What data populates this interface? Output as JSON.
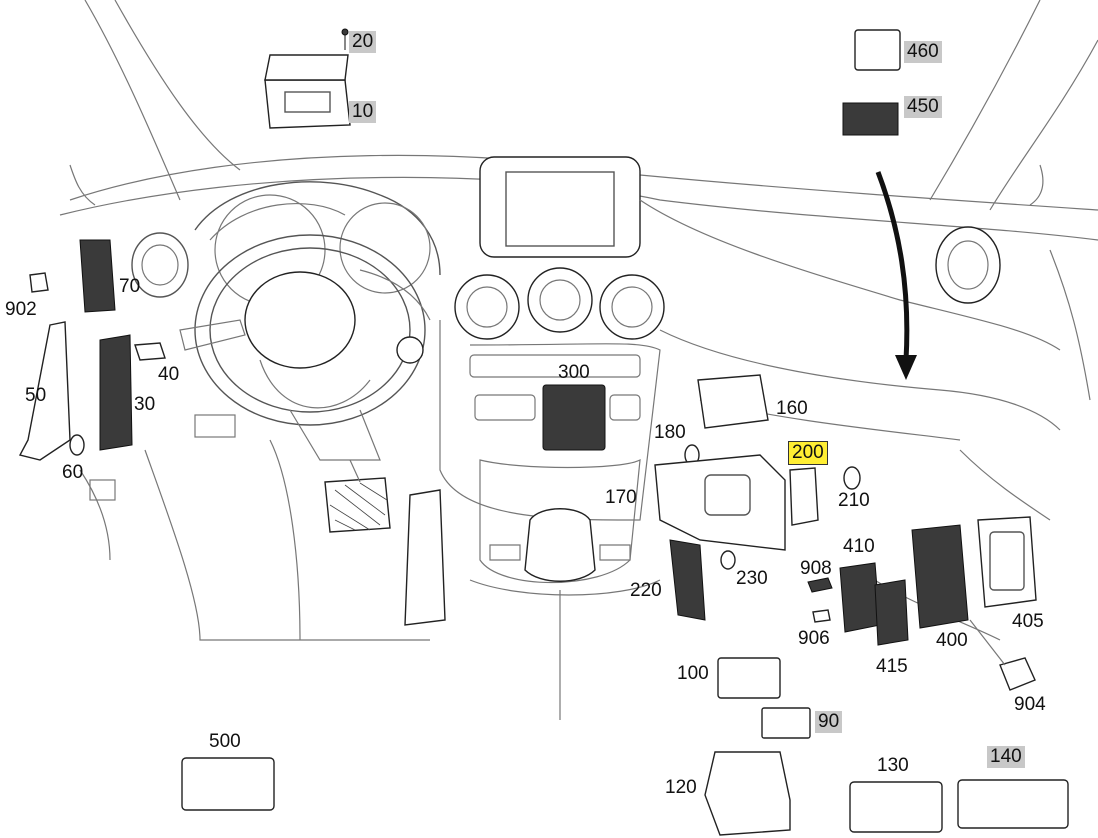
{
  "colors": {
    "label_shade": "#c8c8c8",
    "label_highlight": "#ffee33",
    "line": "#777777",
    "part_outline": "#222222"
  },
  "labels": {
    "l10": "10",
    "l20": "20",
    "l30": "30",
    "l40": "40",
    "l50": "50",
    "l60": "60",
    "l70": "70",
    "l90": "90",
    "l100": "100",
    "l120": "120",
    "l130": "130",
    "l140": "140",
    "l160": "160",
    "l170": "170",
    "l180": "180",
    "l200": "200",
    "l210": "210",
    "l220": "220",
    "l230": "230",
    "l300": "300",
    "l400": "400",
    "l405": "405",
    "l410": "410",
    "l415": "415",
    "l450": "450",
    "l460": "460",
    "l500": "500",
    "l902": "902",
    "l904": "904",
    "l906": "906",
    "l908": "908"
  }
}
